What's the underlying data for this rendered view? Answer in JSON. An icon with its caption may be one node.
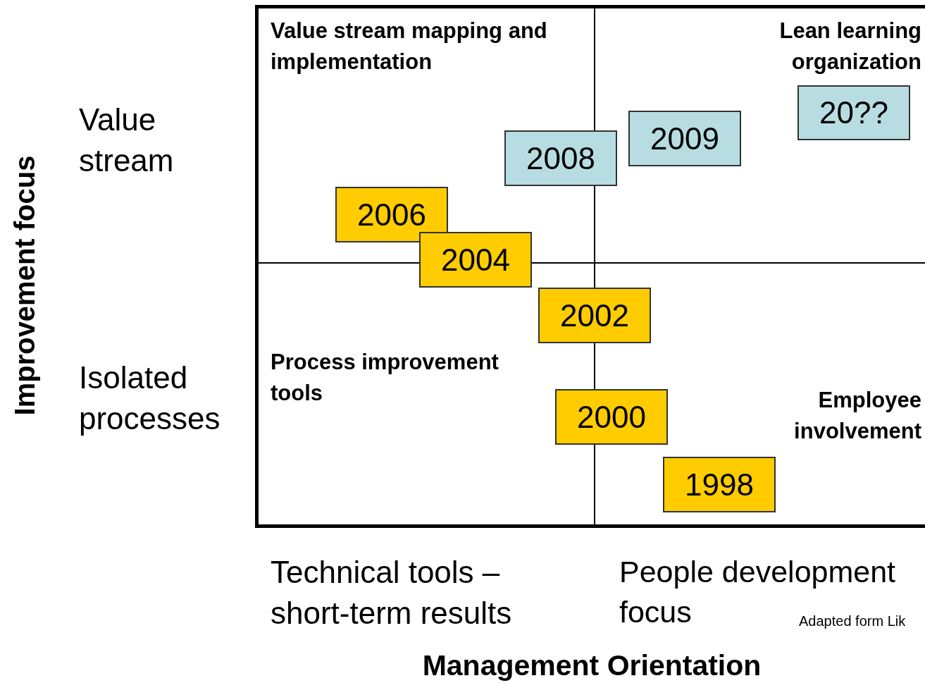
{
  "diagram": {
    "nodes": [
      {
        "text": [
          "Value stream mapping and implementation"
        ]
      },
      {
        "text": [
          "Lean learning organization"
        ]
      },
      {
        "text": [
          "Process improvement tools"
        ]
      },
      {
        "text": [
          "Employee involvement"
        ]
      },
      {
        "text": [
          "20??"
        ],
        "in": 1
      },
      {
        "text": [
          "2009"
        ],
        "in": 1
      },
      {
        "text": [
          "2008"
        ]
      },
      {
        "text": [
          "2004"
        ]
      },
      {
        "text": [
          "2006"
        ],
        "in": 0
      },
      {
        "text": [
          "2002"
        ]
      },
      {
        "text": [
          "2000"
        ]
      },
      {
        "text": [
          "1998"
        ]
      }
    ],
    "labels": [
      "Improvement focus",
      "Value stream",
      "Isolated processes",
      "Technical tools – short-term results",
      "People development focus",
      "Adapted form Lik",
      "Management Orientation"
    ]
  }
}
